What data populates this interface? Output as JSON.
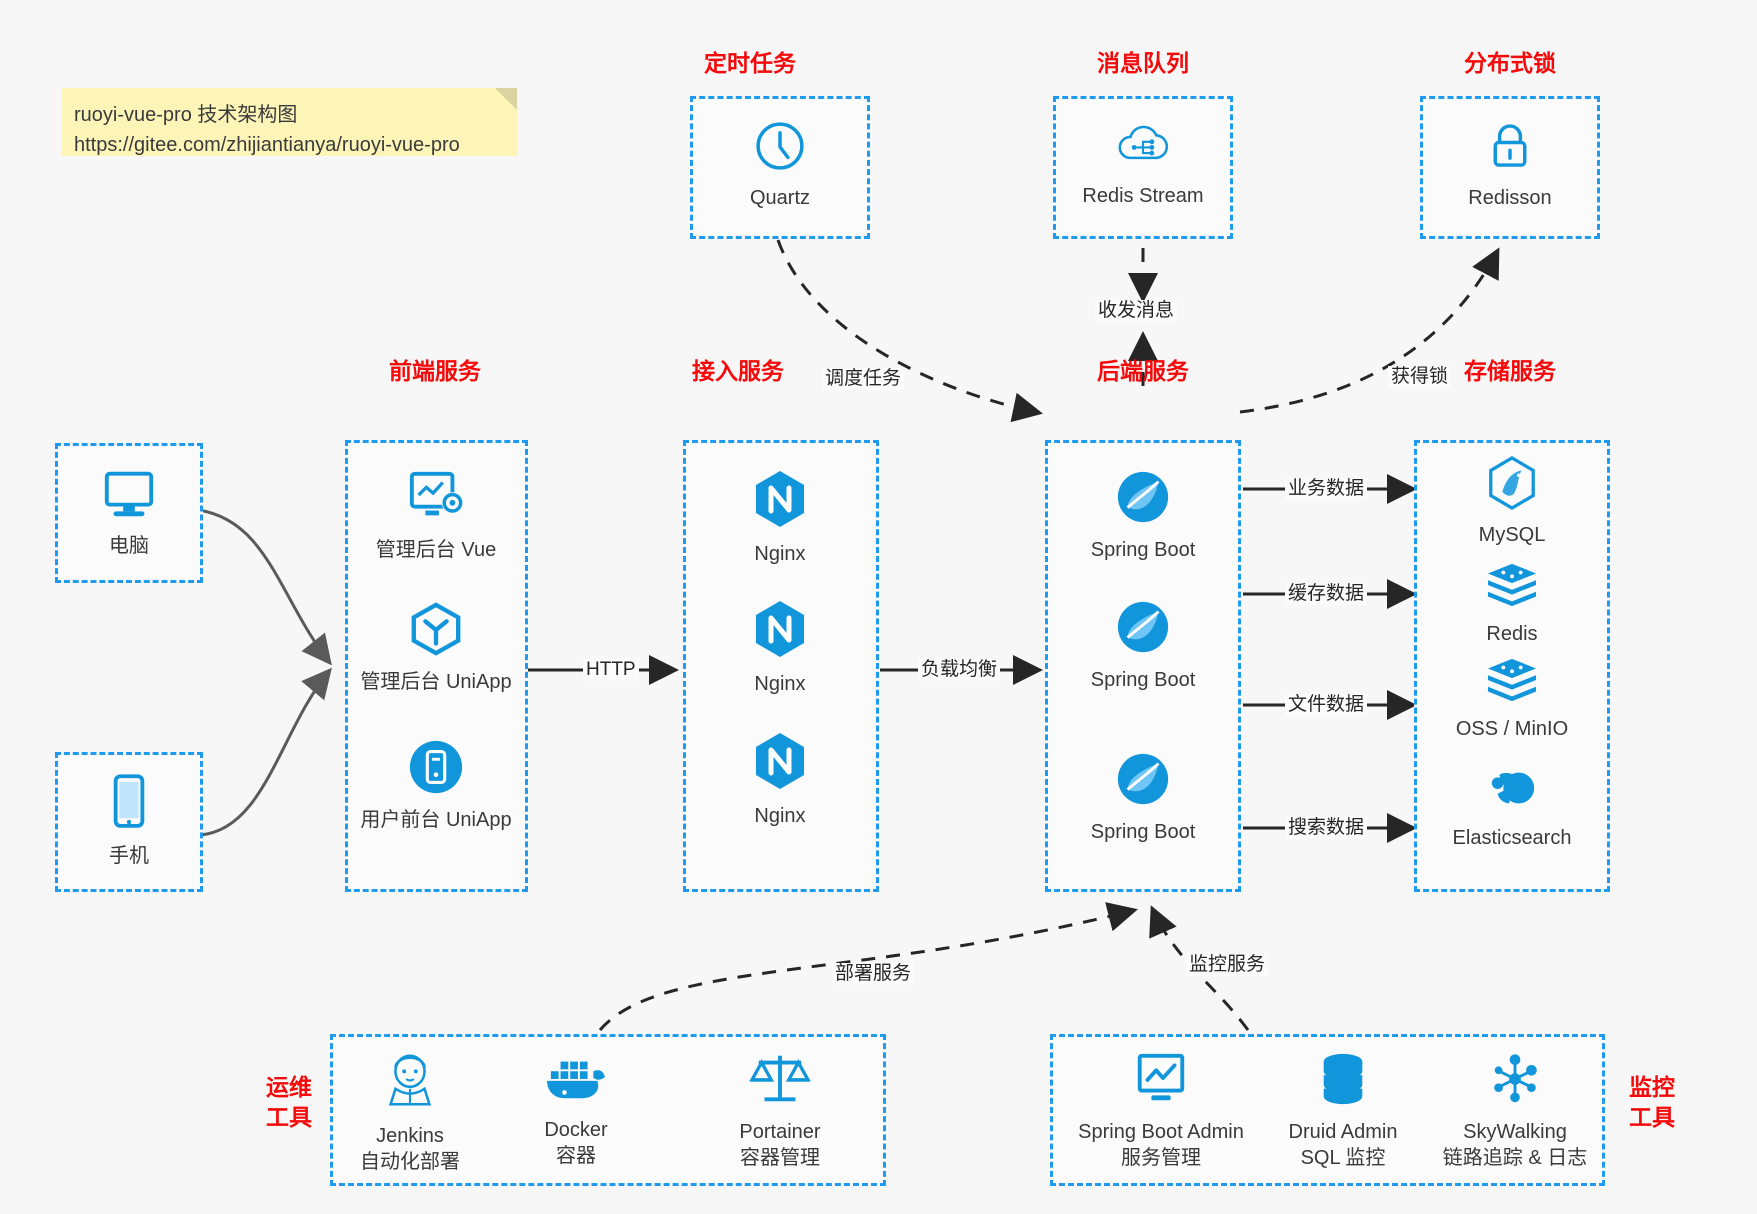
{
  "note": {
    "line1": "ruoyi-vue-pro 技术架构图",
    "line2": "https://gitee.com/zhijiantianya/ruoyi-vue-pro"
  },
  "colors": {
    "accent": "#1e9bf0",
    "group_title": "#f40a0a",
    "icon_blue": "#1296db",
    "background": "#f7f7f7",
    "edge": "#262626",
    "client_edge": "#595959",
    "note_bg": "#fdf5b8"
  },
  "groups": {
    "scheduled_tasks": {
      "title": "定时任务"
    },
    "message_queue": {
      "title": "消息队列"
    },
    "distributed_lock": {
      "title": "分布式锁"
    },
    "frontend": {
      "title": "前端服务"
    },
    "gateway": {
      "title": "接入服务"
    },
    "backend": {
      "title": "后端服务"
    },
    "storage": {
      "title": "存储服务"
    },
    "devops": {
      "title": "运维\n工具",
      "title_line1": "运维",
      "title_line2": "工具"
    },
    "monitor": {
      "title": "监控\n工具",
      "title_line1": "监控",
      "title_line2": "工具"
    }
  },
  "nodes": {
    "quartz": {
      "label": "Quartz",
      "icon": "clock-icon"
    },
    "redis_stream": {
      "label": "Redis Stream",
      "icon": "cloud-stream-icon"
    },
    "redisson": {
      "label": "Redisson",
      "icon": "lock-icon"
    },
    "pc": {
      "label": "电脑",
      "icon": "desktop-icon"
    },
    "phone": {
      "label": "手机",
      "icon": "mobile-icon"
    },
    "admin_vue": {
      "label": "管理后台 Vue",
      "icon": "dashboard-icon"
    },
    "admin_uniapp": {
      "label": "管理后台 UniApp",
      "icon": "uniapp-cube-icon"
    },
    "user_uniapp": {
      "label": "用户前台 UniApp",
      "icon": "mobile-app-icon"
    },
    "nginx_1": {
      "label": "Nginx",
      "icon": "nginx-icon"
    },
    "nginx_2": {
      "label": "Nginx",
      "icon": "nginx-icon"
    },
    "nginx_3": {
      "label": "Nginx",
      "icon": "nginx-icon"
    },
    "spring_boot_1": {
      "label": "Spring Boot",
      "icon": "spring-boot-icon"
    },
    "spring_boot_2": {
      "label": "Spring Boot",
      "icon": "spring-boot-icon"
    },
    "spring_boot_3": {
      "label": "Spring Boot",
      "icon": "spring-boot-icon"
    },
    "mysql": {
      "label": "MySQL",
      "icon": "mysql-icon"
    },
    "redis": {
      "label": "Redis",
      "icon": "redis-icon"
    },
    "oss_minio": {
      "label": "OSS / MinIO",
      "icon": "oss-icon"
    },
    "elasticsearch": {
      "label": "Elasticsearch",
      "icon": "elasticsearch-icon"
    },
    "jenkins": {
      "label": "Jenkins",
      "sub": "自动化部署",
      "icon": "jenkins-icon"
    },
    "docker": {
      "label": "Docker",
      "sub": "容器",
      "icon": "docker-icon"
    },
    "portainer": {
      "label": "Portainer",
      "sub": "容器管理",
      "icon": "scales-icon"
    },
    "sba": {
      "label": "Spring Boot Admin",
      "sub": "服务管理",
      "icon": "monitor-chart-icon"
    },
    "druid": {
      "label": "Druid Admin",
      "sub": "SQL 监控",
      "icon": "database-icon"
    },
    "skywalking": {
      "label": "SkyWalking",
      "sub": "链路追踪 & 日志",
      "icon": "skywalking-icon"
    }
  },
  "edge_labels": {
    "schedule_task": "调度任务",
    "send_receive_message": "收发消息",
    "acquire_lock": "获得锁",
    "http": "HTTP",
    "load_balance": "负载均衡",
    "business_data": "业务数据",
    "cache_data": "缓存数据",
    "file_data": "文件数据",
    "search_data": "搜索数据",
    "deploy_service": "部署服务",
    "monitor_service": "监控服务"
  }
}
